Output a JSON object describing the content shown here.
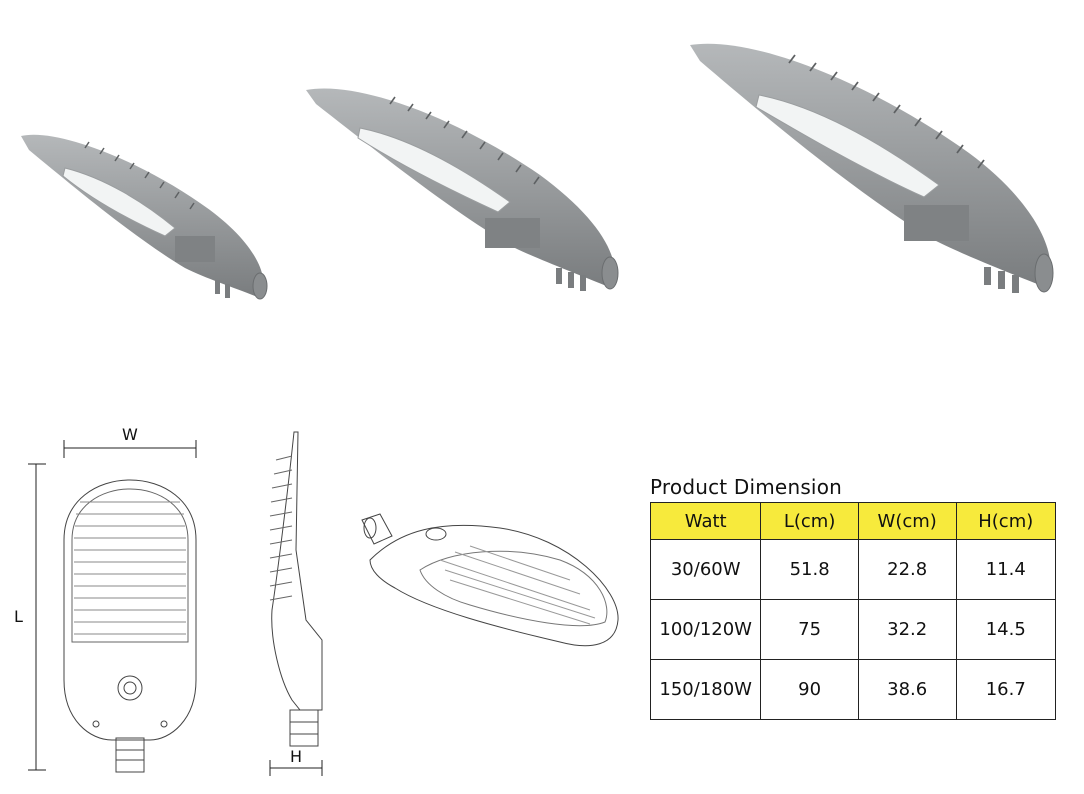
{
  "drawing_labels": {
    "width": "W",
    "length": "L",
    "height": "H"
  },
  "table": {
    "title": "Product Dimension",
    "headers": [
      "Watt",
      "L(cm)",
      "W(cm)",
      "H(cm)"
    ],
    "rows": [
      [
        "30/60W",
        "51.8",
        "22.8",
        "11.4"
      ],
      [
        "100/120W",
        "75",
        "32.2",
        "14.5"
      ],
      [
        "150/180W",
        "90",
        "38.6",
        "16.7"
      ]
    ],
    "header_color": "#f7ea3c"
  },
  "lamp_models": [
    "small",
    "medium",
    "large"
  ],
  "colors": {
    "housing": "#8f9294",
    "housing_dark": "#6b6e70",
    "panel": "#f4f6f6",
    "header": "#f7ea3c"
  }
}
